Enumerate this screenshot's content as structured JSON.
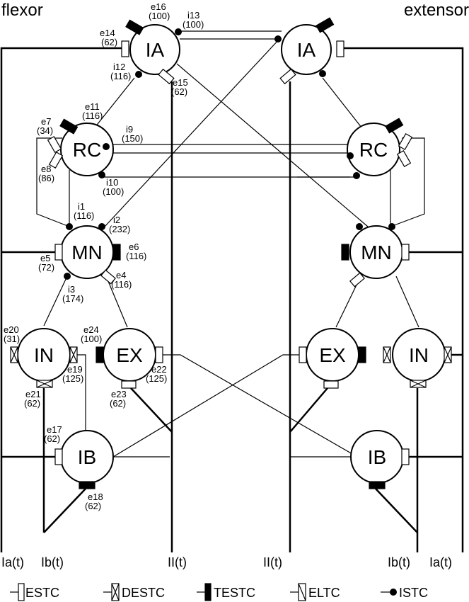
{
  "header": {
    "left": "flexor",
    "right": "extensor"
  },
  "neurons": {
    "ia_f": "IA",
    "ia_e": "IA",
    "rc_f": "RC",
    "rc_e": "RC",
    "mn_f": "MN",
    "mn_e": "MN",
    "in_f": "IN",
    "ex_f": "EX",
    "ex_e": "EX",
    "in_e": "IN",
    "ib_f": "IB",
    "ib_e": "IB"
  },
  "synapses": [
    {
      "name": "e16",
      "w": "(100)"
    },
    {
      "name": "i13",
      "w": "(100)"
    },
    {
      "name": "e14",
      "w": "(62)"
    },
    {
      "name": "i12",
      "w": "(116)"
    },
    {
      "name": "e15",
      "w": "(62)"
    },
    {
      "name": "e11",
      "w": "(116)"
    },
    {
      "name": "e7",
      "w": "(34)"
    },
    {
      "name": "i9",
      "w": "(150)"
    },
    {
      "name": "e8",
      "w": "(86)"
    },
    {
      "name": "i10",
      "w": "(100)"
    },
    {
      "name": "i1",
      "w": "(116)"
    },
    {
      "name": "i2",
      "w": "(232)"
    },
    {
      "name": "e6",
      "w": "(116)"
    },
    {
      "name": "e5",
      "w": "(72)"
    },
    {
      "name": "e4",
      "w": "(116)"
    },
    {
      "name": "i3",
      "w": "(174)"
    },
    {
      "name": "e20",
      "w": "(31)"
    },
    {
      "name": "e24",
      "w": "(100)"
    },
    {
      "name": "e19",
      "w": "(125)"
    },
    {
      "name": "e22",
      "w": "(125)"
    },
    {
      "name": "e21",
      "w": "(62)"
    },
    {
      "name": "e23",
      "w": "(62)"
    },
    {
      "name": "e17",
      "w": "(62)"
    },
    {
      "name": "e18",
      "w": "(62)"
    }
  ],
  "inputs": {
    "ia_f": "Ia(t)",
    "ib_f": "Ib(t)",
    "ii_f": "II(t)",
    "ii_e": "II(t)",
    "ib_e": "Ib(t)",
    "ia_e": "Ia(t)"
  },
  "legend": [
    "ESTC",
    "DESTC",
    "TESTC",
    "ELTC",
    "ISTC"
  ]
}
